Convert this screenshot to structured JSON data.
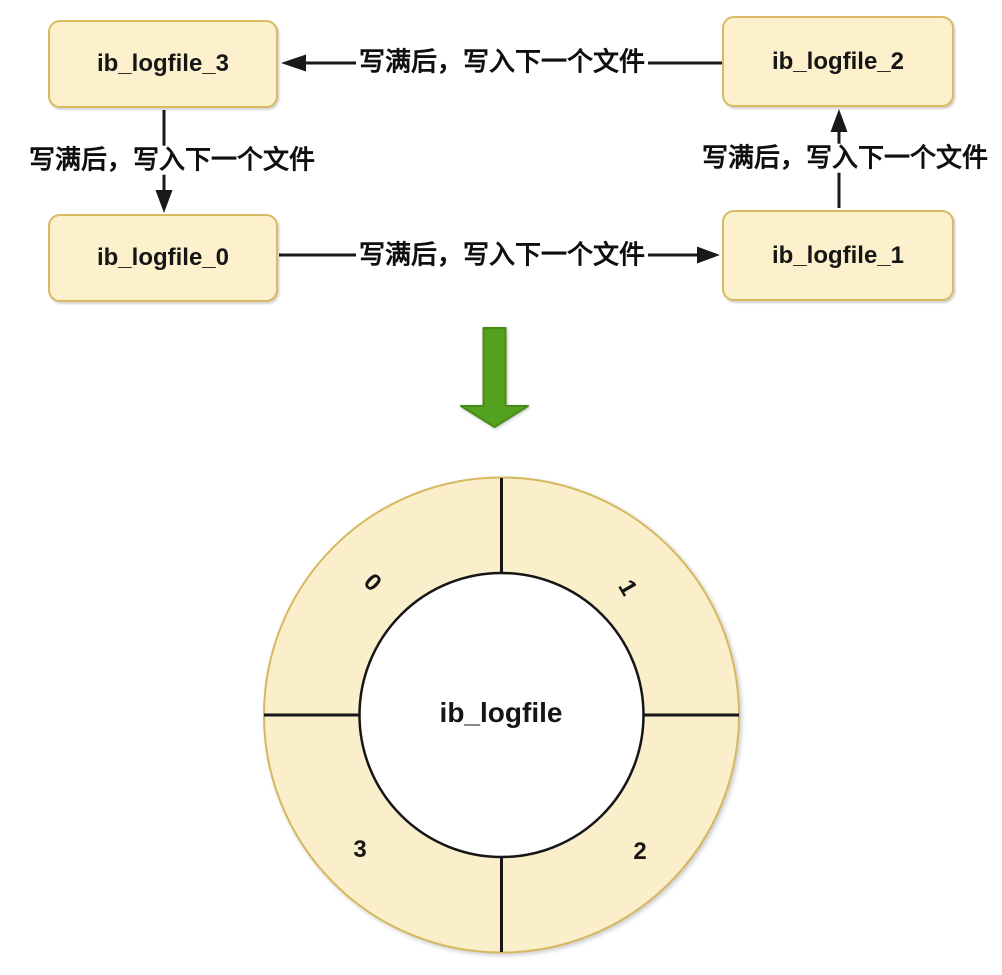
{
  "diagram": {
    "nodes": [
      {
        "id": "ib_logfile_3",
        "label": "ib_logfile_3"
      },
      {
        "id": "ib_logfile_2",
        "label": "ib_logfile_2"
      },
      {
        "id": "ib_logfile_0",
        "label": "ib_logfile_0"
      },
      {
        "id": "ib_logfile_1",
        "label": "ib_logfile_1"
      }
    ],
    "edges": [
      {
        "from": "ib_logfile_2",
        "to": "ib_logfile_3",
        "label": "写满后，写入下一个文件"
      },
      {
        "from": "ib_logfile_3",
        "to": "ib_logfile_0",
        "label": "写满后，写入下一个文件"
      },
      {
        "from": "ib_logfile_1",
        "to": "ib_logfile_2",
        "label": "写满后，写入下一个文件"
      },
      {
        "from": "ib_logfile_0",
        "to": "ib_logfile_1",
        "label": "写满后，写入下一个文件"
      }
    ]
  },
  "ring": {
    "center_label": "ib_logfile",
    "segments": [
      {
        "label": "0"
      },
      {
        "label": "1"
      },
      {
        "label": "2"
      },
      {
        "label": "3"
      }
    ]
  },
  "colors": {
    "node_fill": "#FCF1CC",
    "node_border": "#D8BB61",
    "arrow": "#191919",
    "green_arrow_fill": "#55A21E",
    "green_arrow_border": "#478C17",
    "ring_fill": "#FBEFCB",
    "ring_border": "#D6B85F",
    "ring_inner_border": "#161616",
    "text": "#161616"
  }
}
